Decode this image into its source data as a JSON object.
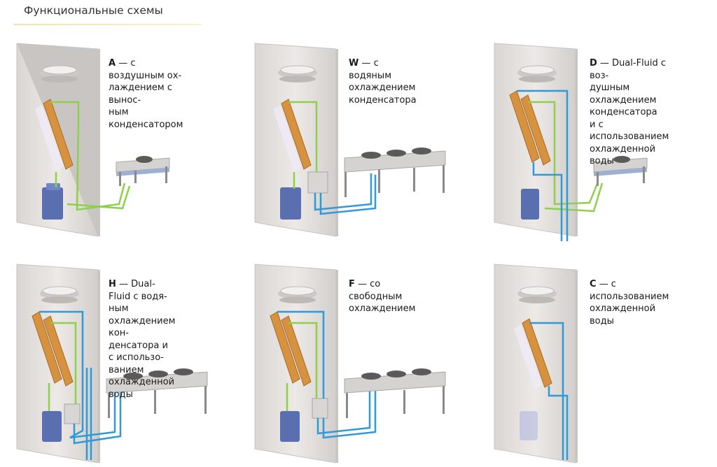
{
  "title": "Функциональные схемы",
  "panels": [
    {
      "code": "A",
      "text": " — с воздушным ох-\nлаждением с вынос-\nным конденсатором"
    },
    {
      "code": "W",
      "text": " — с водяным\nохлаждением\nконденсатора"
    },
    {
      "code": "D",
      "text": " — Dual-Fluid с воз-\nдушным охлаждением\nконденсатора\nи с использованием\nохлажденной воды"
    },
    {
      "code": "H",
      "text": " — Dual-Fluid с водя-\nным охлаждением кон-\nденсатора и с использо-\nванием охлажденной\nводы"
    },
    {
      "code": "F",
      "text": " — со свободным\nохлаждением"
    },
    {
      "code": "C",
      "text": " — с использованием\nохлажденной воды"
    }
  ]
}
